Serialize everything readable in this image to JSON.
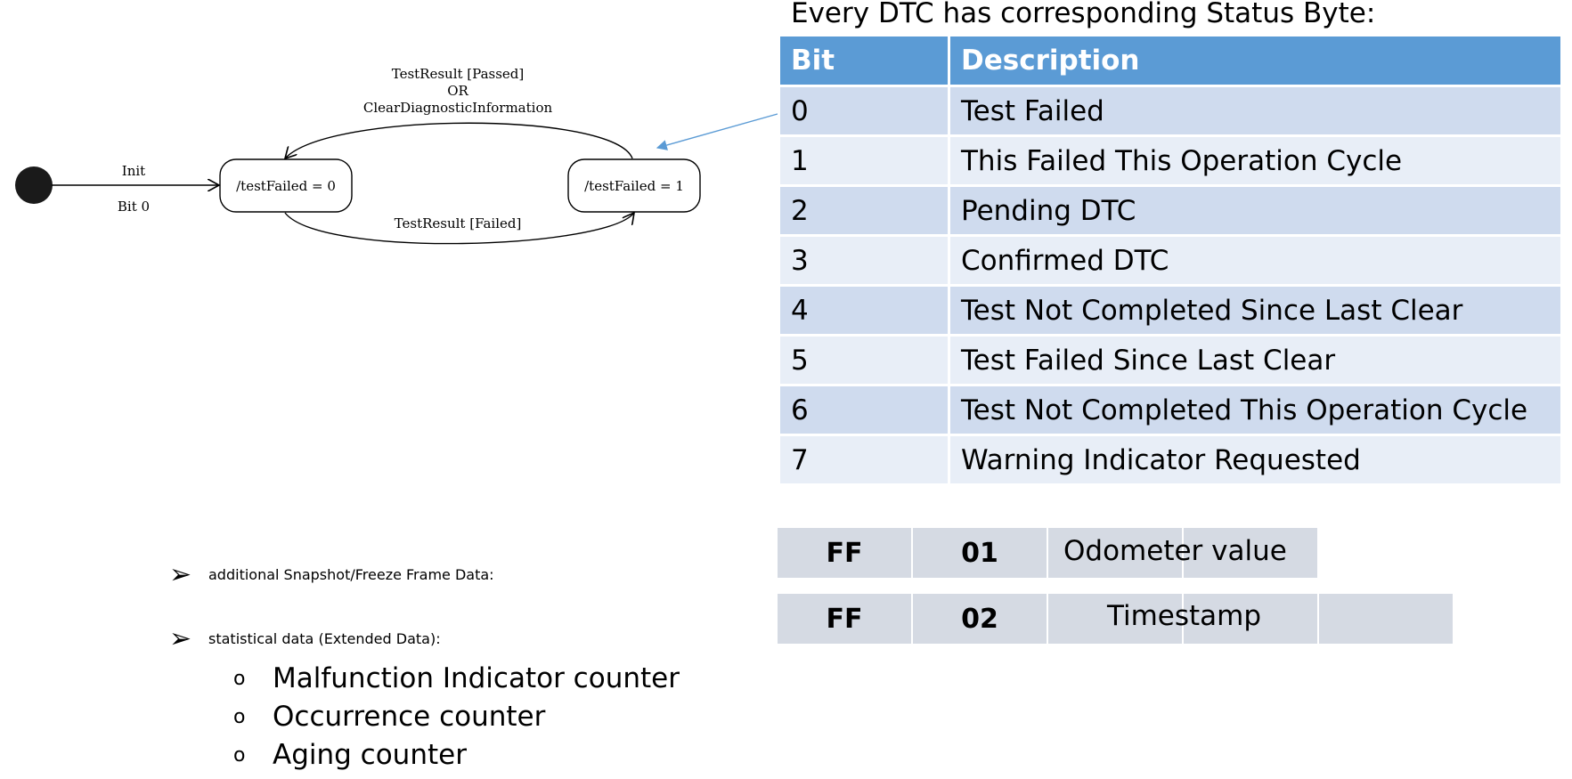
{
  "state_diagram": {
    "init_label": "Init",
    "init_sub_label": "Bit 0",
    "state_a": "/testFailed = 0",
    "state_b": "/testFailed = 1",
    "transition_back": [
      "TestResult [Passed]",
      "OR",
      "ClearDiagnosticInformation"
    ],
    "transition_forward": "TestResult [Failed]"
  },
  "status_byte": {
    "title": "Every DTC has corresponding Status Byte:",
    "headers": {
      "bit": "Bit",
      "description": "Description"
    },
    "rows": [
      {
        "bit": "0",
        "description": "Test Failed"
      },
      {
        "bit": "1",
        "description": "This Failed This Operation Cycle"
      },
      {
        "bit": "2",
        "description": "Pending DTC"
      },
      {
        "bit": "3",
        "description": "Confirmed DTC"
      },
      {
        "bit": "4",
        "description": "Test Not Completed Since Last Clear"
      },
      {
        "bit": "5",
        "description": "Test Failed Since Last Clear"
      },
      {
        "bit": "6",
        "description": "Test Not Completed This Operation Cycle"
      },
      {
        "bit": "7",
        "description": "Warning Indicator Requested"
      }
    ]
  },
  "freeze_frames": [
    {
      "c1": "FF",
      "c2": "01",
      "label": "Odometer value"
    },
    {
      "c1": "FF",
      "c2": "02",
      "label": "Timestamp"
    }
  ],
  "bullets": {
    "snapshot": "additional Snapshot/Freeze Frame Data:",
    "statistical": "statistical data (Extended Data):",
    "sub_items": [
      "Malfunction Indicator counter",
      "Occurrence counter",
      "Aging counter"
    ]
  }
}
